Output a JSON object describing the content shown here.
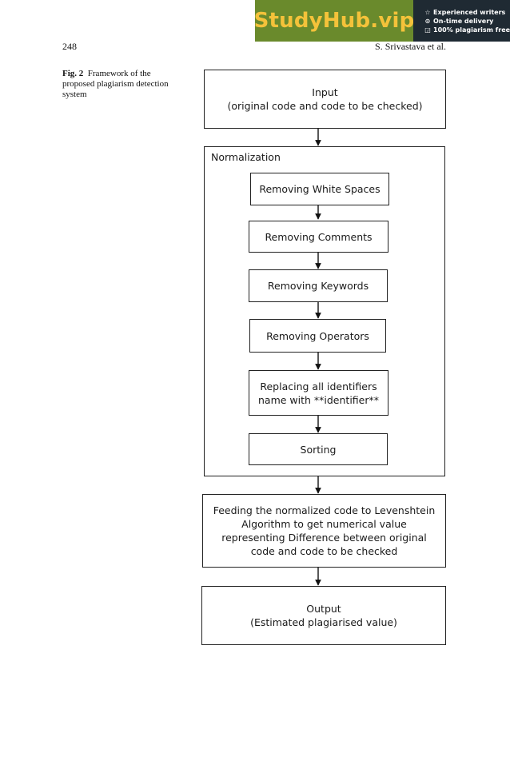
{
  "banner": {
    "brand": "StudyHub.vip",
    "features": [
      {
        "icon": "star-icon",
        "glyph": "☆",
        "text": "Experienced writers"
      },
      {
        "icon": "clock-icon",
        "glyph": "⊙",
        "text": "On-time delivery"
      },
      {
        "icon": "badge-icon",
        "glyph": "◲",
        "text": "100% plagiarism free"
      }
    ]
  },
  "header": {
    "page_number": "248",
    "running_head": "S. Srivastava et al."
  },
  "caption": {
    "label": "Fig. 2",
    "text": "Framework of the proposed plagiarism detection system"
  },
  "flowchart": {
    "input": "Input\n(original code and code to be checked)",
    "normalization": {
      "title": "Normalization",
      "steps": [
        "Removing White Spaces",
        "Removing Comments",
        "Removing Keywords",
        "Removing Operators",
        "Replacing all identifiers\nname with **identifier**",
        "Sorting"
      ]
    },
    "levenshtein": "Feeding the normalized code to Levenshtein\nAlgorithm  to get numerical value\nrepresenting  Difference between original\ncode  and code to be checked",
    "output": "Output\n(Estimated plagiarised value)"
  }
}
